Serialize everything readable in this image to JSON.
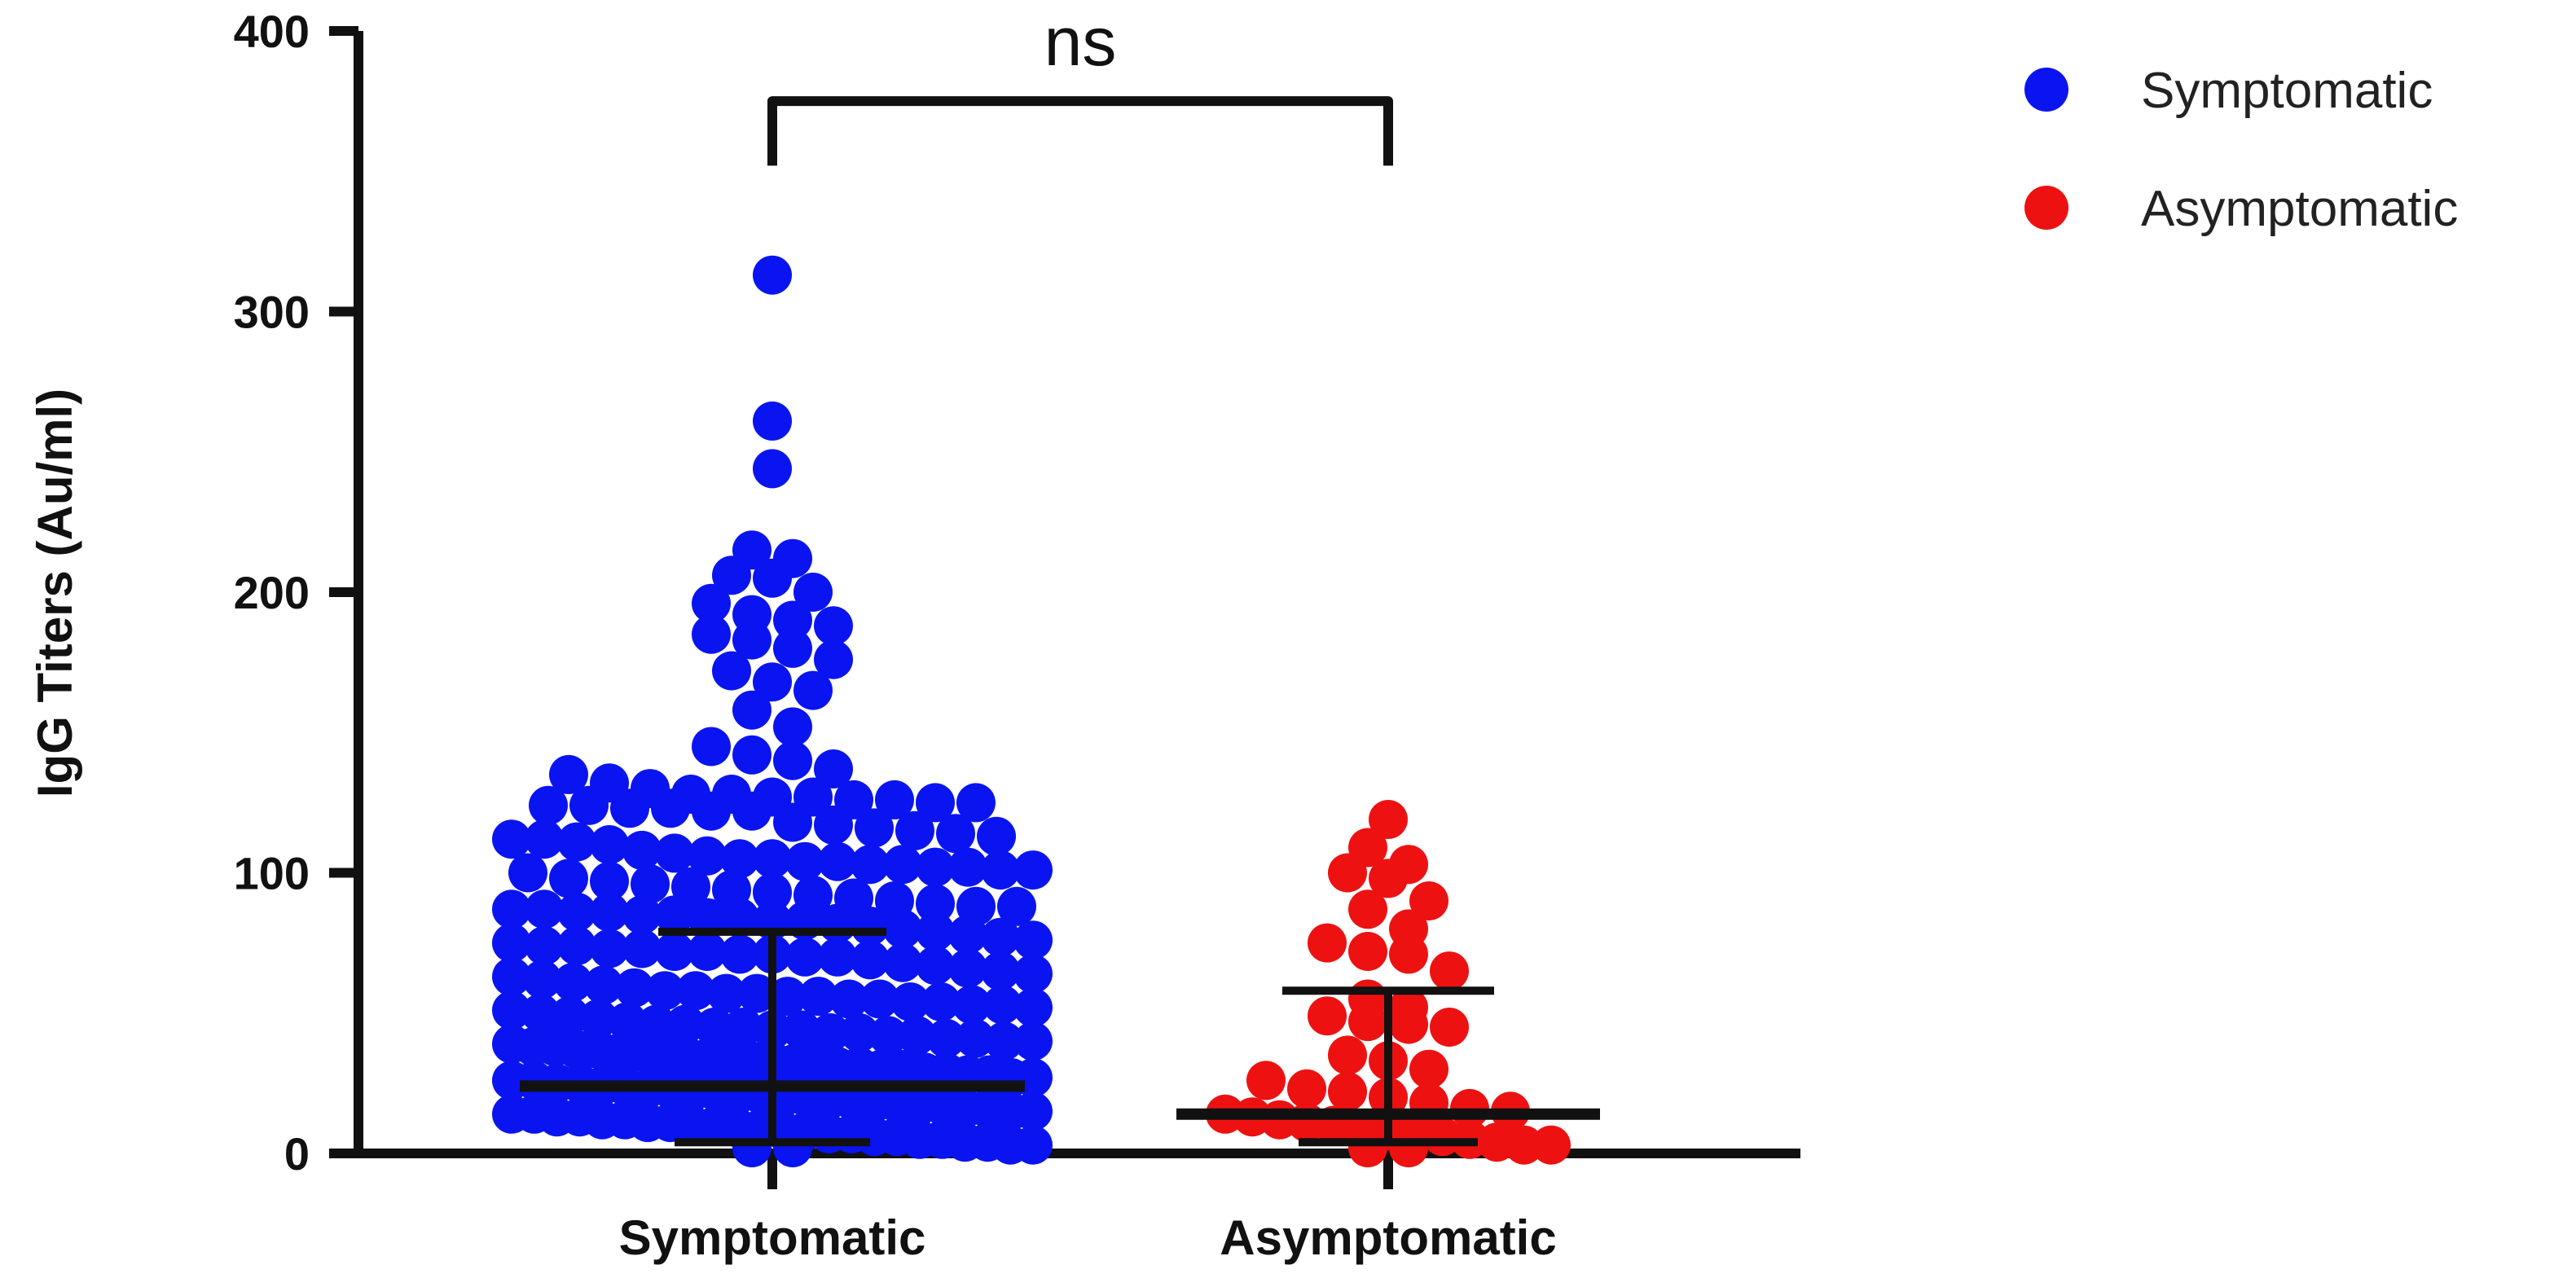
{
  "chart_data": {
    "type": "scatter",
    "title": "",
    "xlabel": "",
    "ylabel": "IgG Titers (Au/ml)",
    "ylim": [
      0,
      400
    ],
    "yticks": [
      "0",
      "100",
      "200",
      "300",
      "400"
    ],
    "categories": [
      "Symptomatic",
      "Asymptomatic"
    ],
    "significance": {
      "label": "ns",
      "between": [
        "Symptomatic",
        "Asymptomatic"
      ],
      "bracket_y": 375,
      "bracket_drop_y": 352
    },
    "legend": {
      "position": "top-right",
      "entries": [
        "Symptomatic",
        "Asymptomatic"
      ]
    },
    "grid": false,
    "series": [
      {
        "name": "Symptomatic",
        "color": "#0a14f0",
        "median": 24,
        "error_low": 4,
        "error_high": 79,
        "values": [
          313,
          261,
          244,
          215,
          212,
          206,
          205,
          200,
          196,
          192,
          190,
          188,
          185,
          183,
          180,
          176,
          172,
          168,
          165,
          158,
          152,
          145,
          142,
          140,
          137,
          135,
          132,
          130,
          128,
          128,
          127,
          127,
          126,
          126,
          125,
          125,
          124,
          124,
          123,
          123,
          122,
          122,
          118,
          117,
          116,
          115,
          114,
          113,
          112,
          112,
          111,
          110,
          108,
          107,
          106,
          105,
          105,
          104,
          104,
          103,
          103,
          102,
          102,
          101,
          101,
          100,
          98,
          97,
          96,
          95,
          94,
          93,
          92,
          91,
          90,
          89,
          88,
          88,
          87,
          87,
          86,
          86,
          85,
          85,
          84,
          84,
          83,
          83,
          82,
          81,
          80,
          79,
          78,
          77,
          76,
          75,
          74,
          74,
          73,
          73,
          72,
          72,
          71,
          71,
          70,
          70,
          69,
          68,
          67,
          66,
          65,
          64,
          63,
          62,
          61,
          60,
          59,
          58,
          58,
          57,
          57,
          56,
          56,
          55,
          55,
          54,
          54,
          53,
          53,
          52,
          51,
          50,
          49,
          48,
          47,
          46,
          46,
          45,
          45,
          44,
          44,
          43,
          43,
          42,
          42,
          41,
          41,
          40,
          40,
          39,
          38,
          38,
          37,
          37,
          36,
          36,
          35,
          35,
          34,
          34,
          33,
          33,
          32,
          32,
          31,
          31,
          30,
          30,
          29,
          29,
          28,
          28,
          27,
          27,
          26,
          26,
          25,
          25,
          24,
          24,
          23,
          23,
          22,
          22,
          21,
          21,
          20,
          20,
          19,
          19,
          18,
          18,
          17,
          17,
          16,
          16,
          15,
          15,
          14,
          14,
          13,
          13,
          12,
          12,
          11,
          11,
          10,
          10,
          9,
          9,
          8,
          8,
          7,
          7,
          6,
          6,
          5,
          5,
          4,
          4,
          3,
          3,
          2,
          2
        ]
      },
      {
        "name": "Asymptomatic",
        "color": "#ee1111",
        "median": 14,
        "error_low": 4,
        "error_high": 58,
        "values": [
          119,
          109,
          103,
          100,
          98,
          90,
          87,
          80,
          75,
          72,
          71,
          65,
          55,
          52,
          49,
          47,
          46,
          45,
          35,
          33,
          30,
          26,
          23,
          22,
          20,
          18,
          16,
          15,
          14,
          13,
          12,
          11,
          10,
          9,
          8,
          7,
          6,
          5,
          4,
          3,
          3,
          2,
          2
        ]
      }
    ]
  }
}
